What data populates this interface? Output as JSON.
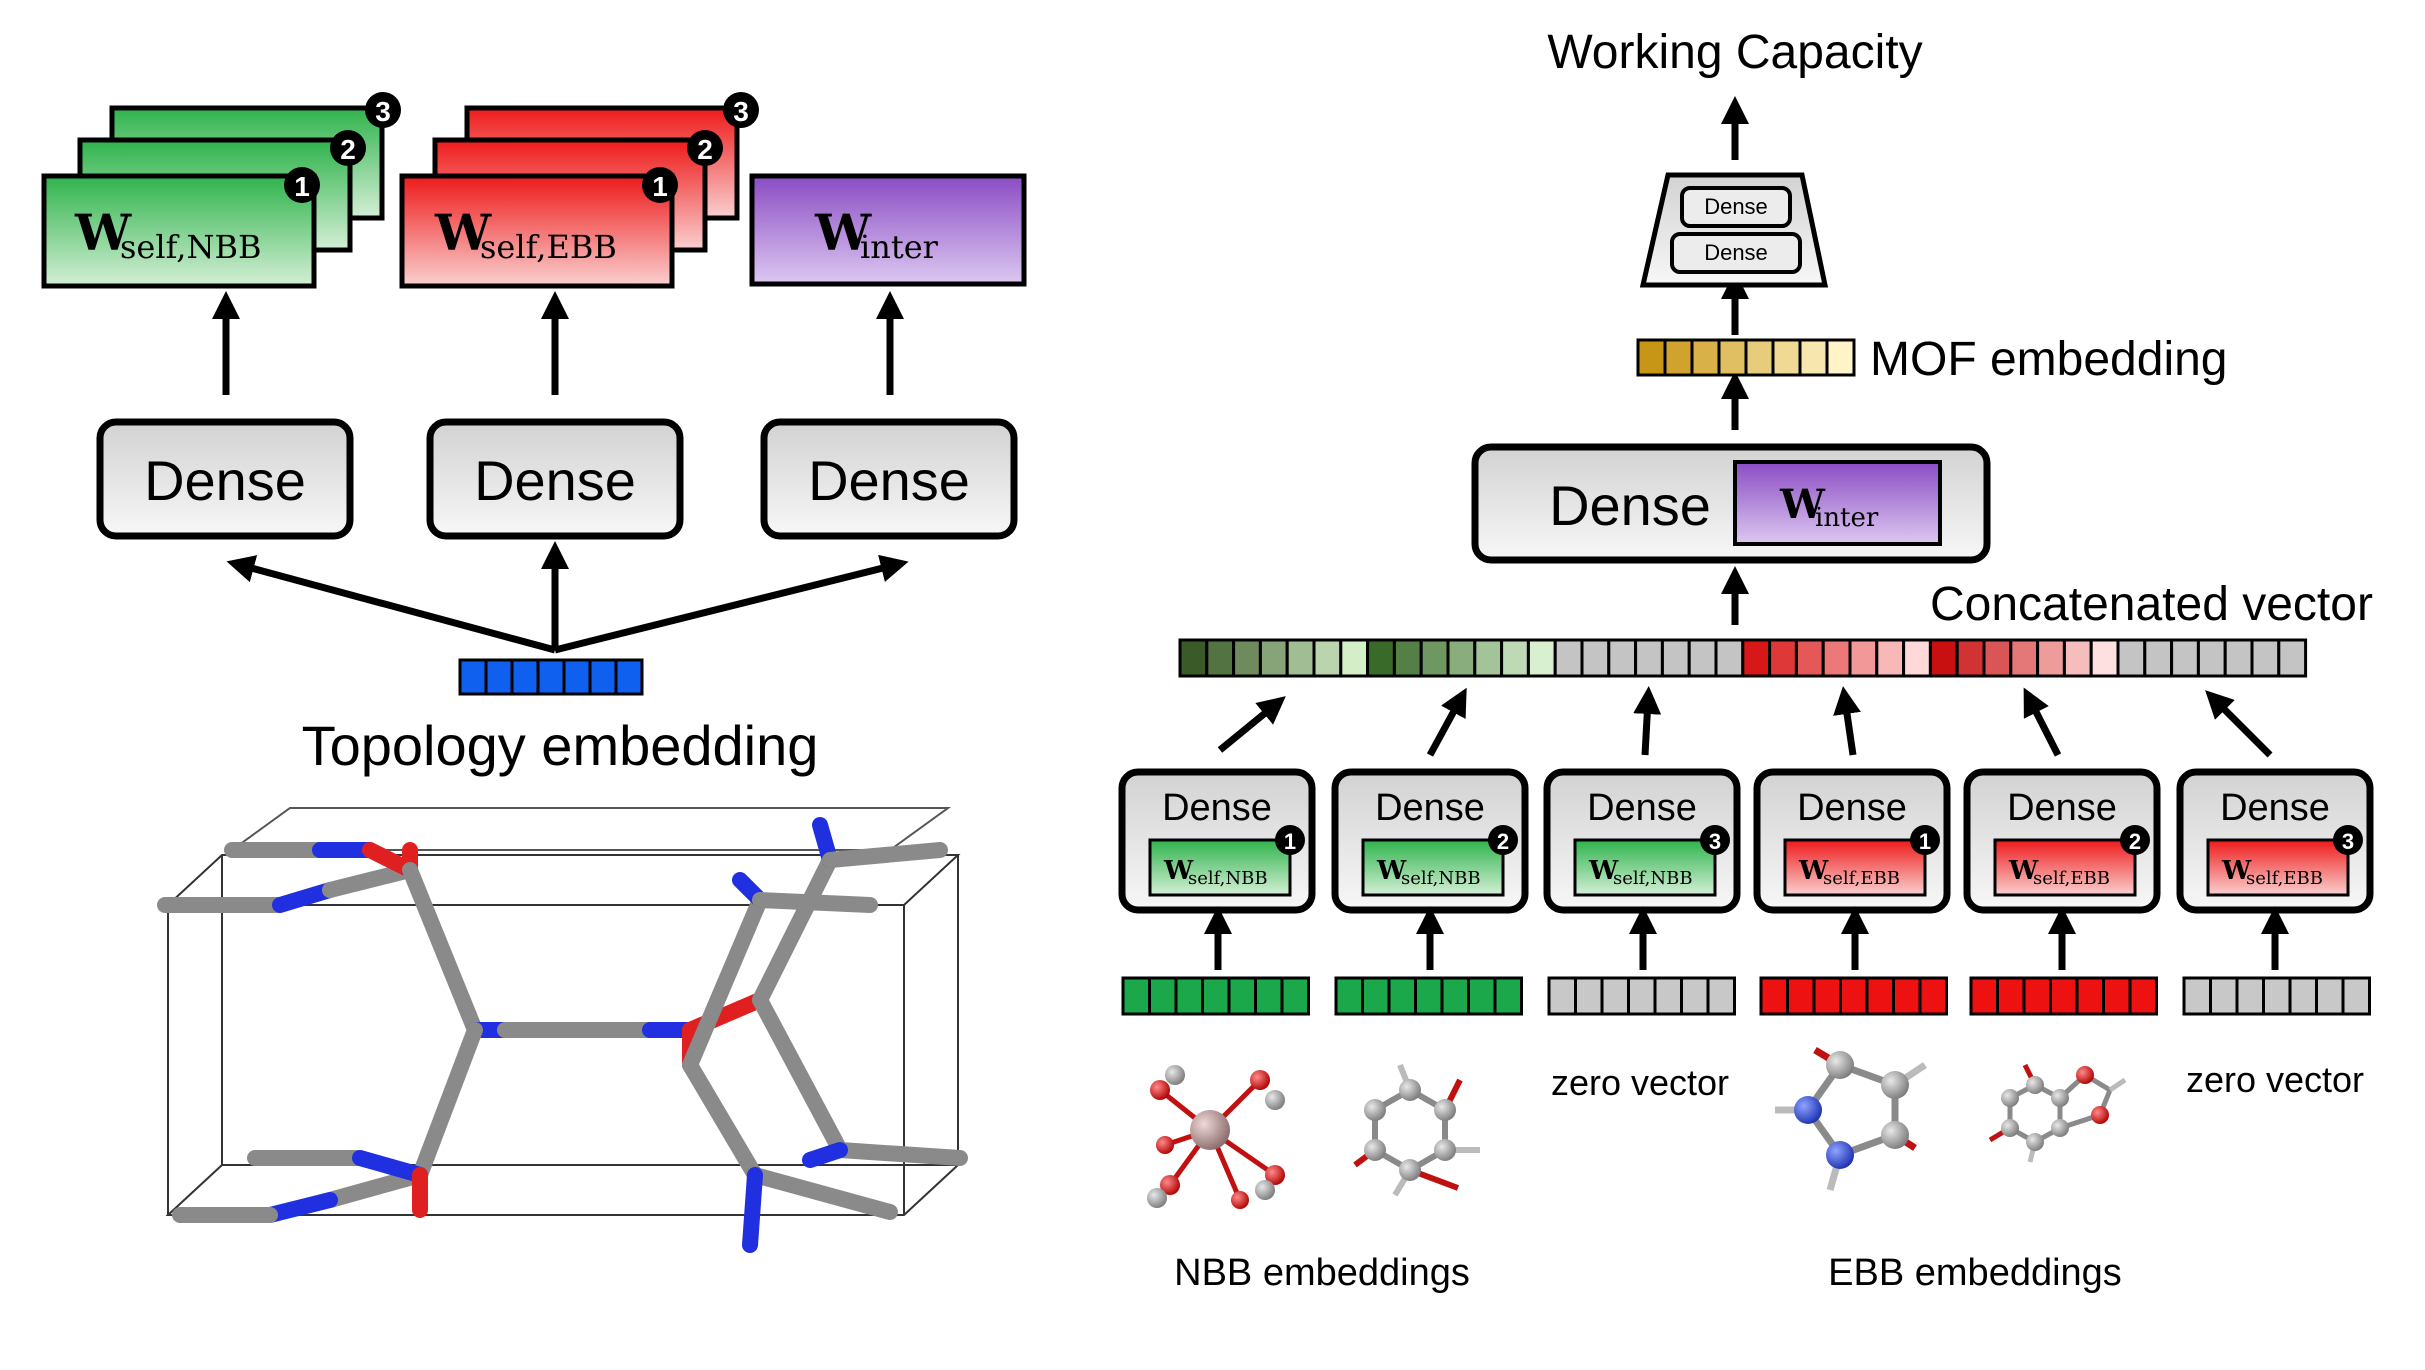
{
  "left": {
    "weights": [
      {
        "main": "W",
        "sub": "self,NBB",
        "fill": "#33b34d",
        "badges": [
          "1",
          "2",
          "3"
        ]
      },
      {
        "main": "W",
        "sub": "self,EBB",
        "fill": "#ee1c1c",
        "badges": [
          "1",
          "2",
          "3"
        ]
      },
      {
        "main": "W",
        "sub": "inter",
        "fill": "#8e4fc7"
      }
    ],
    "dense_labels": [
      "Dense",
      "Dense",
      "Dense"
    ],
    "topology_label": "Topology embedding",
    "topology_color": "#1060f0"
  },
  "right": {
    "title": "Working Capacity",
    "head_dense": [
      "Dense",
      "Dense"
    ],
    "mof_label": "MOF embedding",
    "big_dense": {
      "label": "Dense",
      "weight_main": "W",
      "weight_sub": "inter"
    },
    "concat_label": "Concatenated vector",
    "blocks": [
      {
        "dense": "Dense",
        "weight_main": "W",
        "weight_sub": "self,NBB",
        "badge": "1",
        "kind": "nbb"
      },
      {
        "dense": "Dense",
        "weight_main": "W",
        "weight_sub": "self,NBB",
        "badge": "2",
        "kind": "nbb"
      },
      {
        "dense": "Dense",
        "weight_main": "W",
        "weight_sub": "self,NBB",
        "badge": "3",
        "kind": "nbb"
      },
      {
        "dense": "Dense",
        "weight_main": "W",
        "weight_sub": "self,EBB",
        "badge": "1",
        "kind": "ebb"
      },
      {
        "dense": "Dense",
        "weight_main": "W",
        "weight_sub": "self,EBB",
        "badge": "2",
        "kind": "ebb"
      },
      {
        "dense": "Dense",
        "weight_main": "W",
        "weight_sub": "self,EBB",
        "badge": "3",
        "kind": "ebb"
      }
    ],
    "vectors": [
      "green",
      "green",
      "gray",
      "red",
      "red",
      "gray"
    ],
    "zero_labels": [
      "zero vector",
      "zero vector"
    ],
    "nbb_label": "NBB embeddings",
    "ebb_label": "EBB embeddings"
  },
  "colors": {
    "green": "#1aa84a",
    "red": "#ee1111",
    "gray": "#c8c8c8",
    "purple": "#9a5fd0",
    "gold": "#d6a82a"
  }
}
